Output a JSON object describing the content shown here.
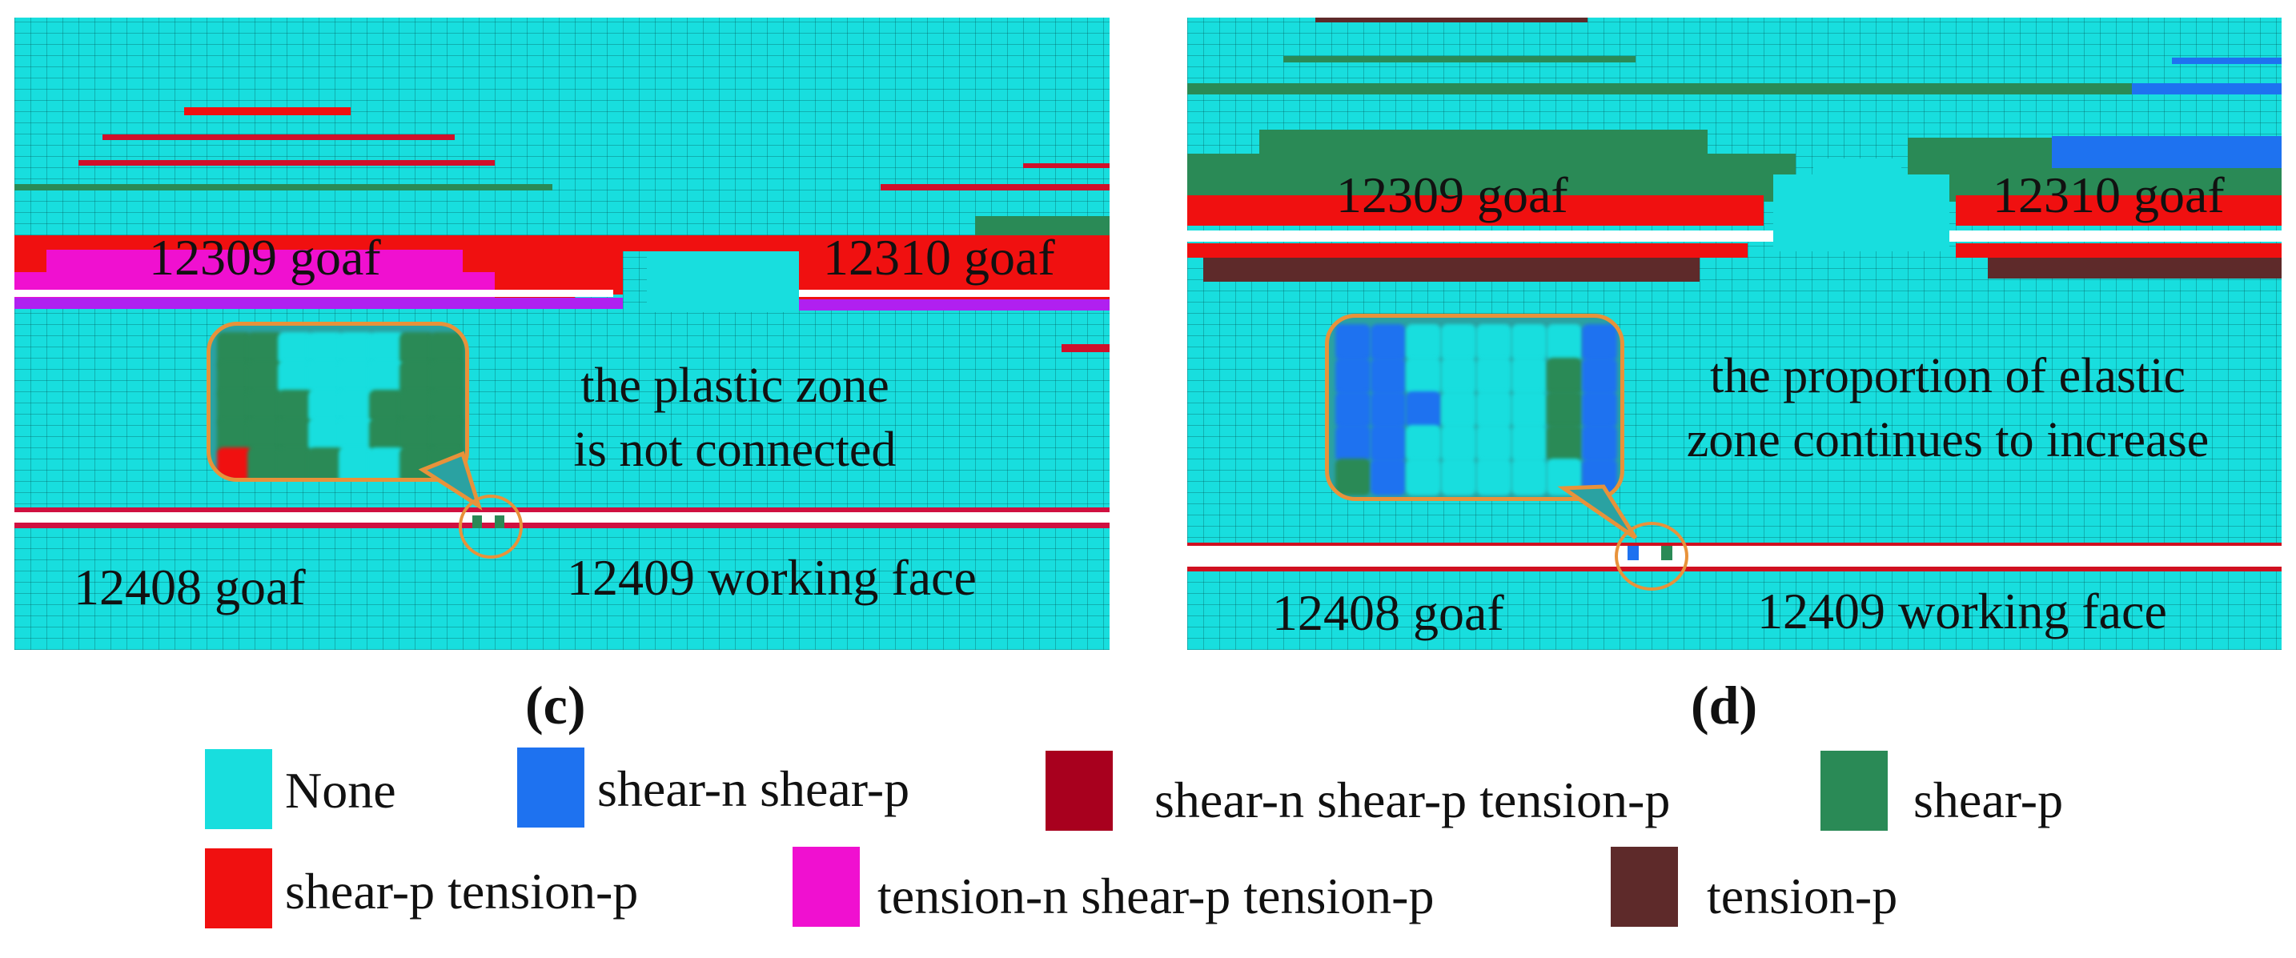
{
  "colors": {
    "none": "#18dede",
    "shear_n_shear_p": "#1e72f0",
    "shear_n_shear_p_tension_p": "#a8001e",
    "shear_p": "#2a8a56",
    "shear_p_tension_p": "#f01010",
    "tension_n_shear_p_tension_p": "#f010d0",
    "tension_p": "#5e2a2a",
    "callout_border": "#e8923a",
    "roadway": "#ffffff"
  },
  "panel_c": {
    "label": "(c)",
    "goaf_left": "12309 goaf",
    "goaf_right": "12310 goaf",
    "goaf_bottom_left": "12408 goaf",
    "working_face": "12409 working face",
    "callout_line1": "the plastic zone",
    "callout_line2": "is not connected"
  },
  "panel_d": {
    "label": "(d)",
    "goaf_left": "12309 goaf",
    "goaf_right": "12310 goaf",
    "goaf_bottom_left": "12408 goaf",
    "working_face": "12409 working face",
    "callout_line1": "the proportion of elastic",
    "callout_line2": "zone continues to increase"
  },
  "legend": [
    {
      "label": "None",
      "color_key": "none"
    },
    {
      "label": "shear-n shear-p",
      "color_key": "shear_n_shear_p"
    },
    {
      "label": "shear-n shear-p tension-p",
      "color_key": "shear_n_shear_p_tension_p"
    },
    {
      "label": "shear-p",
      "color_key": "shear_p"
    },
    {
      "label": "shear-p tension-p",
      "color_key": "shear_p_tension_p"
    },
    {
      "label": "tension-n shear-p tension-p",
      "color_key": "tension_n_shear_p_tension_p"
    },
    {
      "label": "tension-p",
      "color_key": "tension_p"
    }
  ]
}
